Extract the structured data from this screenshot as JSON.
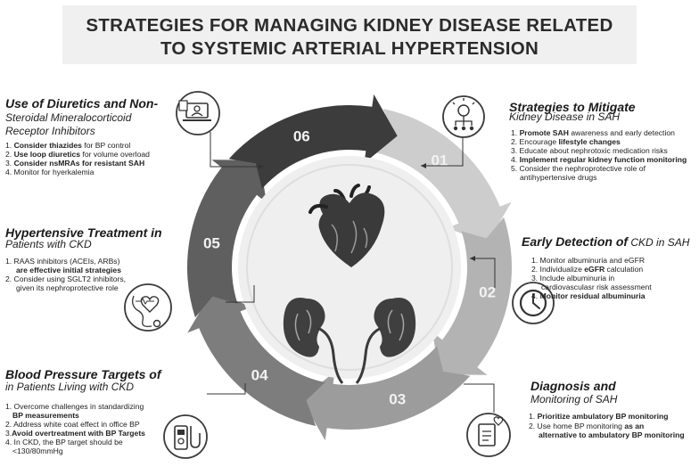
{
  "title": {
    "line1": "STRATEGIES FOR MANAGING KIDNEY DISEASE RELATED",
    "line2": "TO SYSTEMIC ARTERIAL HYPERTENSION"
  },
  "steps": [
    {
      "number": "01"
    },
    {
      "number": "02"
    },
    {
      "number": "03"
    },
    {
      "number": "04"
    },
    {
      "number": "05"
    },
    {
      "number": "06"
    }
  ],
  "icons": {
    "s01": "strategy-network-icon",
    "s02": "clock-icon",
    "s03": "clipboard-heart-icon",
    "s04": "bp-monitor-icon",
    "s05": "stethoscope-heart-icon",
    "s06": "laptop-doctor-icon",
    "center_heart": "heart-icon",
    "center_kidneys": "kidneys-icon"
  },
  "section06": {
    "heading_line1": "Use of Diuretics and Non-",
    "heading_line2": "Steroidal Mineralocorticoid",
    "heading_line3": "Receptor Inhibitors",
    "item1_num": "1. ",
    "item1_bold": "Consider thiazides",
    "item1_rest": " for BP control",
    "item2_num": "2. ",
    "item2_bold": "Use loop diuretics",
    "item2_rest": " for volume overload",
    "item3_num": "3. ",
    "item3_bold": "Consider nsMRAs for resistant SAH",
    "item4": "4. Monitor for hyerkalemia"
  },
  "section01": {
    "heading": "Strategies to Mitigate",
    "subheading": "Kidney Disease in SAH",
    "item1_num": "1. ",
    "item1_bold": "Promote SAH",
    "item1_rest": " awareness and early detection",
    "item2_pre": "2. Encourage ",
    "item2_bold": "lifestyle changes",
    "item3": "3. Educate about nephrotoxic medication risks",
    "item4_num": "4. ",
    "item4_bold": "Implement regular kidney function monitoring",
    "item5_line1": "5. Consider the nephroprotective role of",
    "item5_line2": "antihypertensive drugs"
  },
  "section05": {
    "heading": "Hypertensive Treatment in",
    "subheading": "Patients with CKD",
    "item1_line1": "1.  RAAS inhibitors (ACEIs, ARBs)",
    "item1_line2_bold": "are effective initial strategies",
    "item2_line1": "2.  Consider using SGLT2 inhibitors,",
    "item2_line2": "given its nephroprotective role"
  },
  "section02": {
    "heading": "Early Detection of",
    "subheading": " CKD in SAH",
    "item1": "1.  Monitor albuminuria and eGFR",
    "item2_pre": "2.  Individualize ",
    "item2_bold": "eGFR",
    "item2_rest": " calculation",
    "item3_line1": "3.  Include albuminuria in",
    "item3_line2": "cardiovasculasr risk assessment",
    "item4_num": "4.  ",
    "item4_bold": "Monitor residual albuminuria"
  },
  "section04": {
    "heading": "Blood Pressure Targets of",
    "subheading": "in Patients Living with CKD",
    "item1_line1": "1.  Overcome challenges in standardizing",
    "item1_line2_bold": "BP measurements",
    "item2": "2.  Address white coat effect in office BP",
    "item3_num": "3.",
    "item3_bold": "Avoid overtreatment with BP Targets",
    "item4_line1": "4.  In CKD, the BP target should be",
    "item4_line2": "<130/80mmHg"
  },
  "section03": {
    "heading": "Diagnosis and",
    "subheading": "Monitoring of  SAH",
    "item1_num": "1. ",
    "item1_bold": "Prioritize ambulatory BP monitoring",
    "item2_pre": "2.  Use home BP monitoring ",
    "item2_bold": "as an",
    "item2_line2_bold": "alternative to ambulatory BP monitoring"
  },
  "colors": {
    "s01": "#cdcdcd",
    "s02": "#b3b3b3",
    "s03": "#9c9c9c",
    "s04": "#7d7d7d",
    "s05": "#5f5f5f",
    "s06": "#3c3c3c",
    "center": "#efefef"
  }
}
